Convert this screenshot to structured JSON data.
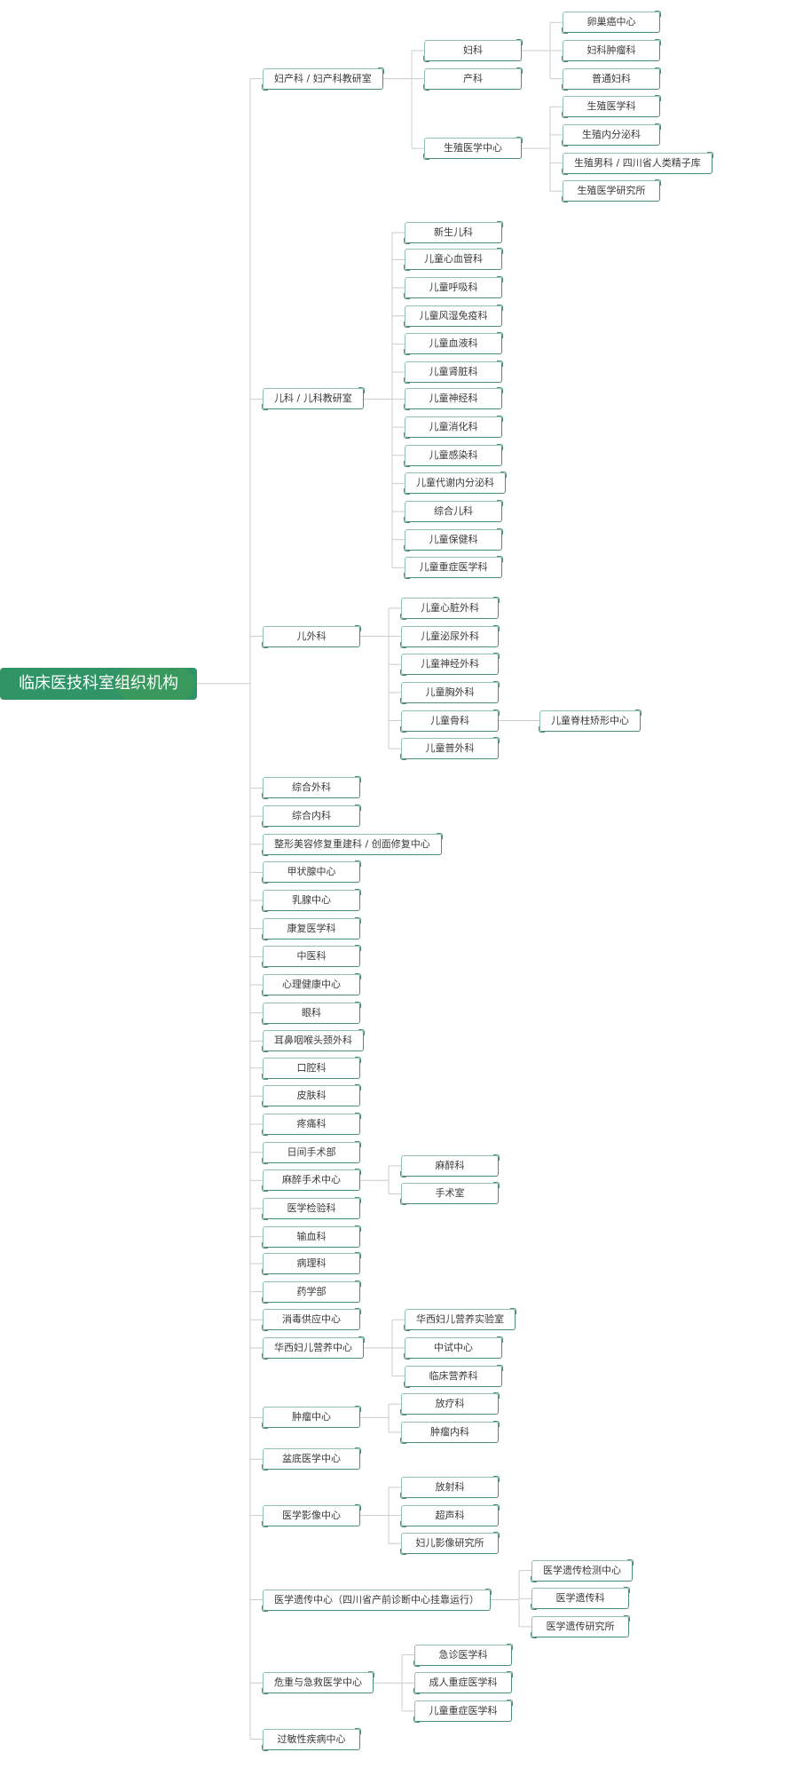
{
  "colors": {
    "root_bg": "#2f9466",
    "node_border": "#4f8f74",
    "line": "#cccccc"
  },
  "org": {
    "label": "临床医技科室组织机构",
    "children": [
      {
        "label": "妇产科 / 妇产科教研室",
        "children": [
          {
            "label": "妇科",
            "children": [
              {
                "label": "卵巢癌中心"
              },
              {
                "label": "妇科肿瘤科"
              },
              {
                "label": "普通妇科"
              }
            ]
          },
          {
            "label": "产科"
          },
          {
            "label": "生殖医学中心",
            "children": [
              {
                "label": "生殖医学科"
              },
              {
                "label": "生殖内分泌科"
              },
              {
                "label": "生殖男科 / 四川省人类精子库"
              },
              {
                "label": "生殖医学研究所"
              }
            ]
          }
        ]
      },
      {
        "label": "儿科 / 儿科教研室",
        "children": [
          {
            "label": "新生儿科"
          },
          {
            "label": "儿童心血管科"
          },
          {
            "label": "儿童呼吸科"
          },
          {
            "label": "儿童风湿免疫科"
          },
          {
            "label": "儿童血液科"
          },
          {
            "label": "儿童肾脏科"
          },
          {
            "label": "儿童神经科"
          },
          {
            "label": "儿童消化科"
          },
          {
            "label": "儿童感染科"
          },
          {
            "label": "儿童代谢内分泌科"
          },
          {
            "label": "综合儿科"
          },
          {
            "label": "儿童保健科"
          },
          {
            "label": "儿童重症医学科"
          }
        ]
      },
      {
        "label": "儿外科",
        "children": [
          {
            "label": "儿童心脏外科"
          },
          {
            "label": "儿童泌尿外科"
          },
          {
            "label": "儿童神经外科"
          },
          {
            "label": "儿童胸外科"
          },
          {
            "label": "儿童骨科",
            "children": [
              {
                "label": "儿童脊柱矫形中心"
              }
            ]
          },
          {
            "label": "儿童普外科"
          }
        ]
      },
      {
        "label": "综合外科"
      },
      {
        "label": "综合内科"
      },
      {
        "label": "整形美容修复重建科 / 创面修复中心"
      },
      {
        "label": "甲状腺中心"
      },
      {
        "label": "乳腺中心"
      },
      {
        "label": "康复医学科"
      },
      {
        "label": "中医科"
      },
      {
        "label": "心理健康中心"
      },
      {
        "label": "眼科"
      },
      {
        "label": "耳鼻咽喉头颈外科"
      },
      {
        "label": "口腔科"
      },
      {
        "label": "皮肤科"
      },
      {
        "label": "疼痛科"
      },
      {
        "label": "日间手术部"
      },
      {
        "label": "麻醉手术中心",
        "children": [
          {
            "label": "麻醉科"
          },
          {
            "label": "手术室"
          }
        ]
      },
      {
        "label": "医学检验科"
      },
      {
        "label": "输血科"
      },
      {
        "label": "病理科"
      },
      {
        "label": "药学部"
      },
      {
        "label": "消毒供应中心"
      },
      {
        "label": "华西妇儿营养中心",
        "children": [
          {
            "label": "华西妇儿营养实验室"
          },
          {
            "label": "中试中心"
          },
          {
            "label": "临床营养科"
          }
        ]
      },
      {
        "label": "肿瘤中心",
        "children": [
          {
            "label": "放疗科"
          },
          {
            "label": "肿瘤内科"
          }
        ]
      },
      {
        "label": "盆底医学中心"
      },
      {
        "label": "医学影像中心",
        "children": [
          {
            "label": "放射科"
          },
          {
            "label": "超声科"
          },
          {
            "label": "妇儿影像研究所"
          }
        ]
      },
      {
        "label": "医学遗传中心（四川省产前诊断中心挂靠运行）",
        "children": [
          {
            "label": "医学遗传检测中心"
          },
          {
            "label": "医学遗传科"
          },
          {
            "label": "医学遗传研究所"
          }
        ]
      },
      {
        "label": "危重与急救医学中心",
        "children": [
          {
            "label": "急诊医学科"
          },
          {
            "label": "成人重症医学科"
          },
          {
            "label": "儿童重症医学科"
          }
        ]
      },
      {
        "label": "过敏性疾病中心"
      }
    ]
  }
}
